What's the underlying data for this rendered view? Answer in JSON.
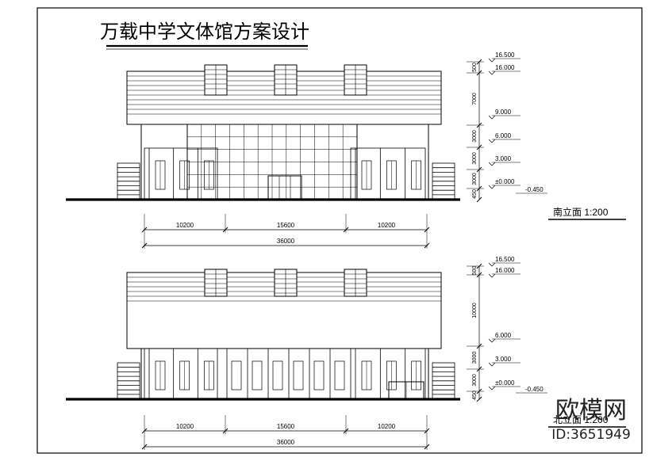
{
  "title": "万载中学文体馆方案设计",
  "colors": {
    "line": "#000000",
    "paper": "#ffffff",
    "watermark": "#d9d9d9"
  },
  "elevations": [
    {
      "label": "南立面 1:200",
      "levels": [
        "16.500",
        "16.000",
        "9.000",
        "6.000",
        "3.000",
        "±0.000"
      ],
      "ground_level": "-0.450",
      "vertical_dims": [
        "500",
        "7000",
        "3000",
        "3000",
        "3000",
        "450"
      ],
      "horizontal_dims": [
        "10200",
        "15600",
        "10200"
      ],
      "total_dim": "36000"
    },
    {
      "label": "北立面 1:200",
      "levels": [
        "16.500",
        "16.000",
        "6.000",
        "3.000",
        "±0.000"
      ],
      "ground_level": "-0.450",
      "vertical_dims": [
        "500",
        "10000",
        "3000",
        "3000",
        "450"
      ],
      "horizontal_dims": [
        "10200",
        "15600",
        "10200"
      ],
      "total_dim": "36000"
    }
  ],
  "watermark": {
    "brand": "欧模网",
    "id": "ID:3651949"
  }
}
